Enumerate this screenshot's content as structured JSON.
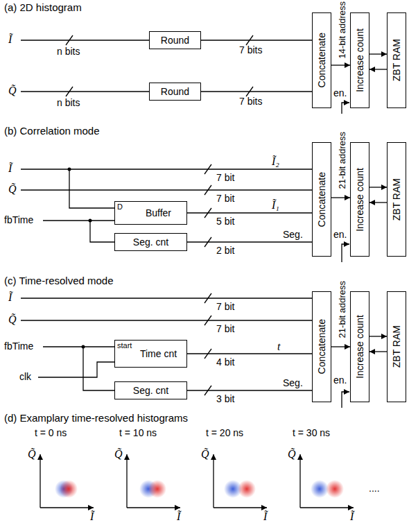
{
  "diagram": {
    "nodes": [
      {
        "text": [
          "Round"
        ]
      },
      {
        "text": [
          "Round"
        ]
      },
      {
        "text": [
          "Concatenate"
        ]
      },
      {
        "text": [
          "Increase count"
        ]
      },
      {
        "text": [
          "ZBT RAM"
        ]
      },
      {
        "text": [
          "D",
          "Buffer"
        ]
      },
      {
        "text": [
          "Seg. cnt"
        ]
      },
      {
        "text": [
          "Concatenate"
        ]
      },
      {
        "text": [
          "Increase count"
        ]
      },
      {
        "text": [
          "ZBT RAM"
        ]
      },
      {
        "text": [
          "start",
          "Time cnt"
        ]
      },
      {
        "text": [
          "Seg. cnt"
        ]
      },
      {
        "text": [
          "Concatenate"
        ]
      },
      {
        "text": [
          "Increase count"
        ]
      },
      {
        "text": [
          "ZBT RAM"
        ]
      }
    ],
    "edges": [
      {
        "from": 0,
        "to": 2,
        "arrow": "none"
      },
      {
        "from": 1,
        "to": 2,
        "arrow": "none"
      },
      {
        "from": 2,
        "to": 3,
        "arrow": "to"
      },
      {
        "from": 3,
        "to": 4,
        "arrow": "to"
      },
      {
        "from": 4,
        "to": 3,
        "arrow": "to"
      },
      {
        "from": 5,
        "to": 7,
        "arrow": "none"
      },
      {
        "from": 6,
        "to": 7,
        "arrow": "none"
      },
      {
        "from": 7,
        "to": 8,
        "arrow": "to"
      },
      {
        "from": 8,
        "to": 9,
        "arrow": "to"
      },
      {
        "from": 9,
        "to": 8,
        "arrow": "to"
      },
      {
        "from": 10,
        "to": 12,
        "arrow": "none"
      },
      {
        "from": 11,
        "to": 12,
        "arrow": "none"
      },
      {
        "from": 12,
        "to": 13,
        "arrow": "to"
      },
      {
        "from": 13,
        "to": 14,
        "arrow": "to"
      },
      {
        "from": 14,
        "to": 13,
        "arrow": "to"
      }
    ],
    "labels": [
      "(a) 2D histogram",
      "Ĩ",
      "Q̃",
      "n bits",
      "n bits",
      "7 bits",
      "7 bits",
      "14-bit address",
      "en.",
      "(b) Correlation mode",
      "Ĩ",
      "Q̃",
      "fbTime",
      "Ĩ₂",
      "7 bit",
      "7 bit",
      "5 bit",
      "Ĩ₁",
      "Seg.",
      "2 bit",
      "21-bit address",
      "en.",
      "(c) Time-resolved mode",
      "Ĩ",
      "Q̃",
      "fbTime",
      "clk",
      "7 bit",
      "7 bit",
      "t",
      "4 bit",
      "Seg.",
      "3 bit",
      "21-bit address",
      "en.",
      "(d) Examplary time-resolved histograms",
      "t = 0 ns",
      "t = 10 ns",
      "t = 20 ns",
      "t = 30 ns",
      "Q̃",
      "Ĩ",
      "Q̃",
      "Ĩ",
      "Q̃",
      "Ĩ",
      "Q̃",
      "Ĩ",
      "...."
    ]
  }
}
